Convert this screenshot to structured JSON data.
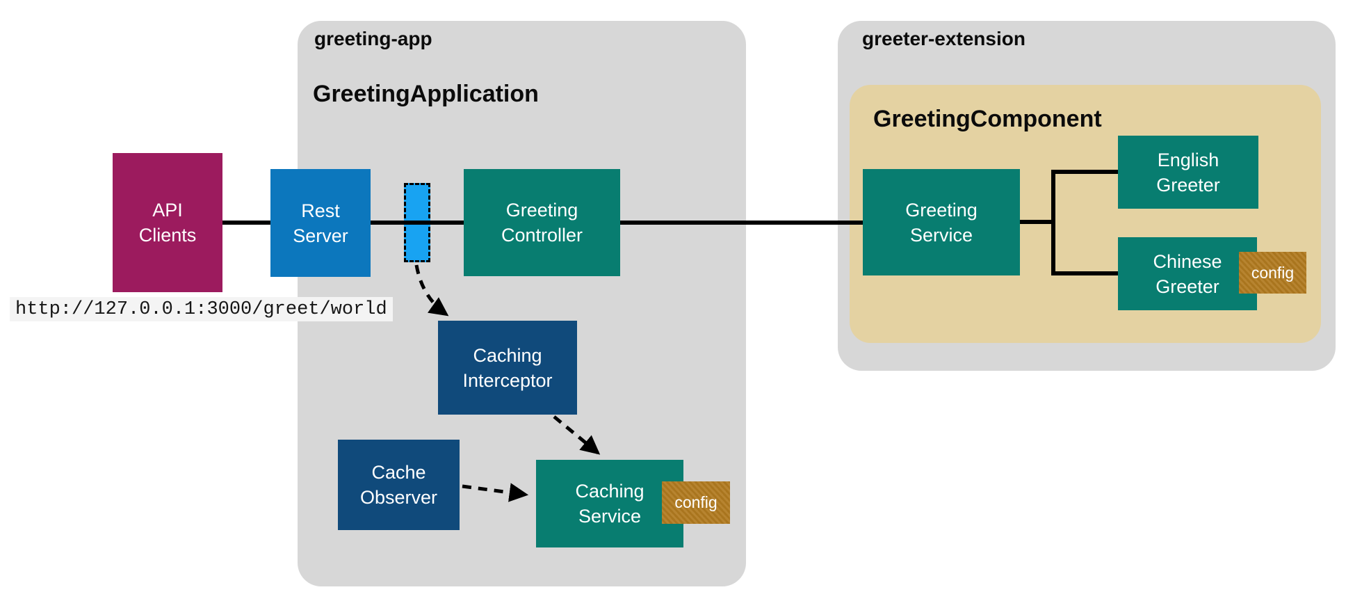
{
  "containers": {
    "greeting_app": {
      "label": "greeting-app",
      "title": "GreetingApplication"
    },
    "greeter_extension": {
      "label": "greeter-extension"
    },
    "greeting_component": {
      "title": "GreetingComponent"
    }
  },
  "nodes": {
    "api_clients": {
      "label": "API\nClients"
    },
    "rest_server": {
      "label": "Rest\nServer"
    },
    "greeting_controller": {
      "label": "Greeting\nController"
    },
    "caching_interceptor": {
      "label": "Caching\nInterceptor"
    },
    "cache_observer": {
      "label": "Cache\nObserver"
    },
    "caching_service": {
      "label": "Caching\nService",
      "config_label": "config"
    },
    "greeting_service": {
      "label": "Greeting\nService"
    },
    "english_greeter": {
      "label": "English\nGreeter"
    },
    "chinese_greeter": {
      "label": "Chinese\nGreeter",
      "config_label": "config"
    }
  },
  "annotations": {
    "request_url": "http://127.0.0.1:3000/greet/world"
  },
  "colors": {
    "api_clients": "#9C1B5E",
    "rest_server": "#0C77BD",
    "teal_component": "#087D70",
    "navy_component": "#104A7B",
    "request_highlight": "#18A3F2",
    "config_tag": "#B27B20",
    "container_gray": "#D7D7D7",
    "component_tan": "#E4D2A2",
    "wire_black": "#000000",
    "url_bg": "#F4F4F4"
  }
}
